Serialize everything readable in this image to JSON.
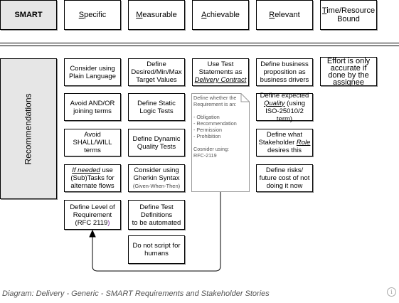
{
  "header": {
    "smart": "SMART",
    "specific": {
      "first": "S",
      "rest": "pecific"
    },
    "measurable": {
      "first": "M",
      "rest": "easurable"
    },
    "achievable": {
      "first": "A",
      "rest": "chievable"
    },
    "relevant": {
      "first": "R",
      "rest": "elevant"
    },
    "time": {
      "first": "T",
      "rest": "ime/Resource",
      "line2": "Bound"
    }
  },
  "side_label": "Recommendations",
  "specific": {
    "b1": "Consider using Plain Language",
    "b2": "Avoid AND/OR joining terms",
    "b3": "Avoid SHALL/WILL terms",
    "b4": {
      "em": "If needed",
      "rest1": " use (Sub)Tasks for alternate flows"
    },
    "b5": {
      "l1": "Define Level of Requirement",
      "l2": "(RFC 2119",
      "paren": ")"
    }
  },
  "measurable": {
    "b1": "Define Desired/Min/Max Target Values",
    "b2": "Define Static Logic Tests",
    "b3": "Define Dynamic Quality Tests",
    "b4": {
      "l1": "Consider using Gherkin Syntax",
      "l2": "(Given-When-Then)"
    },
    "b5": {
      "l1": "Define Test Definitions",
      "l2": "to be  automated"
    },
    "b6": "Do not script for humans"
  },
  "achievable": {
    "b1": {
      "l1": "Use Test Statements as",
      "l2": "Delivery Contract"
    },
    "note": {
      "lines": [
        "Define whether the",
        "Requirement is an:",
        "",
        "- Obligation",
        "- Recommendation",
        "- Permission",
        "- Prohibition",
        "",
        "Cosnider using:",
        "RFC-2119"
      ]
    }
  },
  "relevant": {
    "b1": "Define business proposition as business drivers",
    "b2": {
      "l1": "Define expected",
      "em": "Quality",
      "l2": " (using ISO-25010/2 term)"
    },
    "b3": {
      "l1": "Define what Stakeholder ",
      "em": "Role",
      "l2": " desires this"
    },
    "b4": "Define risks/ future cost of not doing it now"
  },
  "time": {
    "b1": "Effort is only accurate if done by the assignee"
  },
  "caption": "Diagram: Delivery - Generic - SMART Requirements and Stakeholder Stories",
  "info_icon": "i"
}
